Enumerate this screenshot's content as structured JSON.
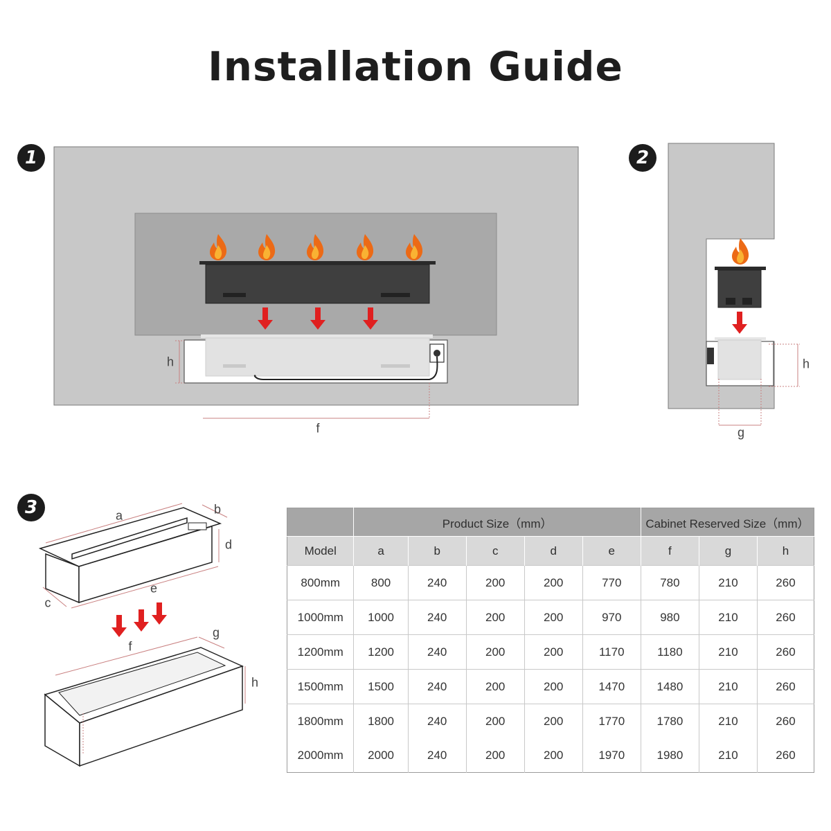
{
  "title": "Installation Guide",
  "steps": [
    "1",
    "2",
    "3"
  ],
  "dimension_labels": {
    "step1": {
      "h": "h",
      "f": "f"
    },
    "step2": {
      "h": "h",
      "g": "g"
    },
    "step3": {
      "a": "a",
      "b": "b",
      "c": "c",
      "d": "d",
      "e": "e",
      "f": "f",
      "g": "g",
      "h": "h"
    }
  },
  "table": {
    "model_header": "Model",
    "group_headers": [
      "Product Size（mm）",
      "Cabinet Reserved Size（mm）"
    ],
    "column_headers": [
      "a",
      "b",
      "c",
      "d",
      "e",
      "f",
      "g",
      "h"
    ],
    "rows": [
      [
        "800mm",
        "800",
        "240",
        "200",
        "200",
        "770",
        "780",
        "210",
        "260"
      ],
      [
        "1000mm",
        "1000",
        "240",
        "200",
        "200",
        "970",
        "980",
        "210",
        "260"
      ],
      [
        "1200mm",
        "1200",
        "240",
        "200",
        "200",
        "1170",
        "1180",
        "210",
        "260"
      ],
      [
        "1500mm",
        "1500",
        "240",
        "200",
        "200",
        "1470",
        "1480",
        "210",
        "260"
      ],
      [
        "1800mm",
        "1800",
        "240",
        "200",
        "200",
        "1770",
        "1780",
        "210",
        "260"
      ],
      [
        "2000mm",
        "2000",
        "240",
        "200",
        "200",
        "1970",
        "1980",
        "210",
        "260"
      ]
    ]
  },
  "colors": {
    "wall": "#c8c8c8",
    "panel": "#a9a9a9",
    "burner": "#3a3a3a",
    "arrow": "#e02020",
    "dimension": "#c98080",
    "flame_outer": "#ec6a16",
    "flame_inner": "#f9b233"
  }
}
